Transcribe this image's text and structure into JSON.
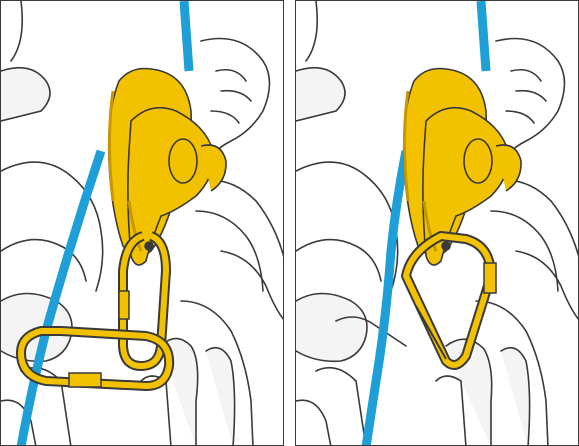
{
  "illustration": {
    "description_free": true,
    "colors": {
      "device_yellow": "#f2c200",
      "device_shadow": "#c99700",
      "rope_blue": "#1f9fd8",
      "line": "#3a3a3a",
      "skin_fill": "#f2f2f2",
      "background": "#ffffff"
    },
    "panels": [
      {
        "id": "left",
        "connector_style": "oval-carabiner-horizontal"
      },
      {
        "id": "right",
        "connector_style": "d-carabiner-vertical"
      }
    ]
  }
}
